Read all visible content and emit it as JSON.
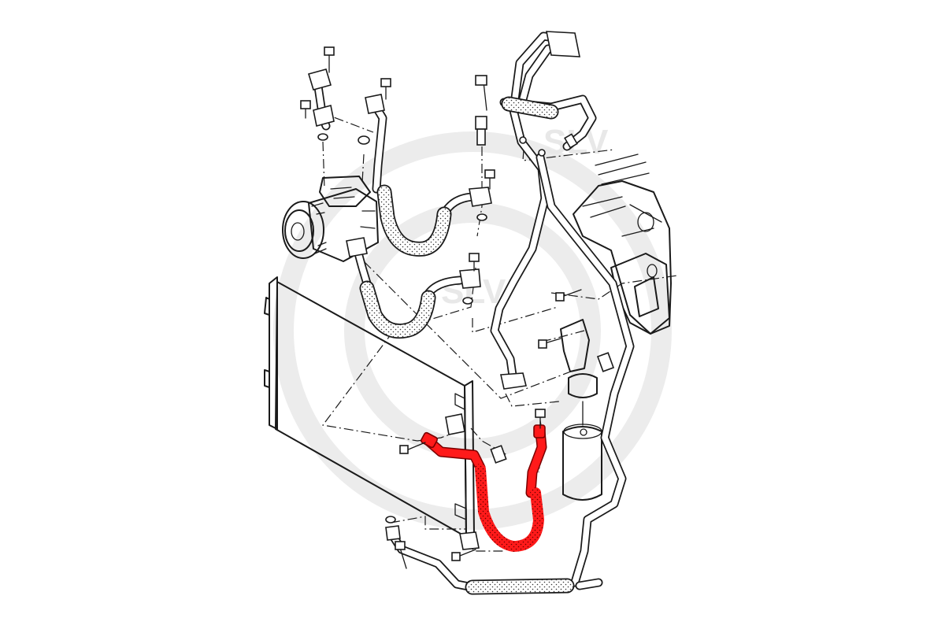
{
  "watermark": {
    "text": "SLV",
    "text_small": "SLV"
  },
  "colors": {
    "highlight": "#ff1a1a",
    "line": "#1a1a1a",
    "watermark": "#e8e8e8",
    "background": "#ffffff"
  },
  "highlighted_part": "condenser-to-dryer-refrigerant-line"
}
